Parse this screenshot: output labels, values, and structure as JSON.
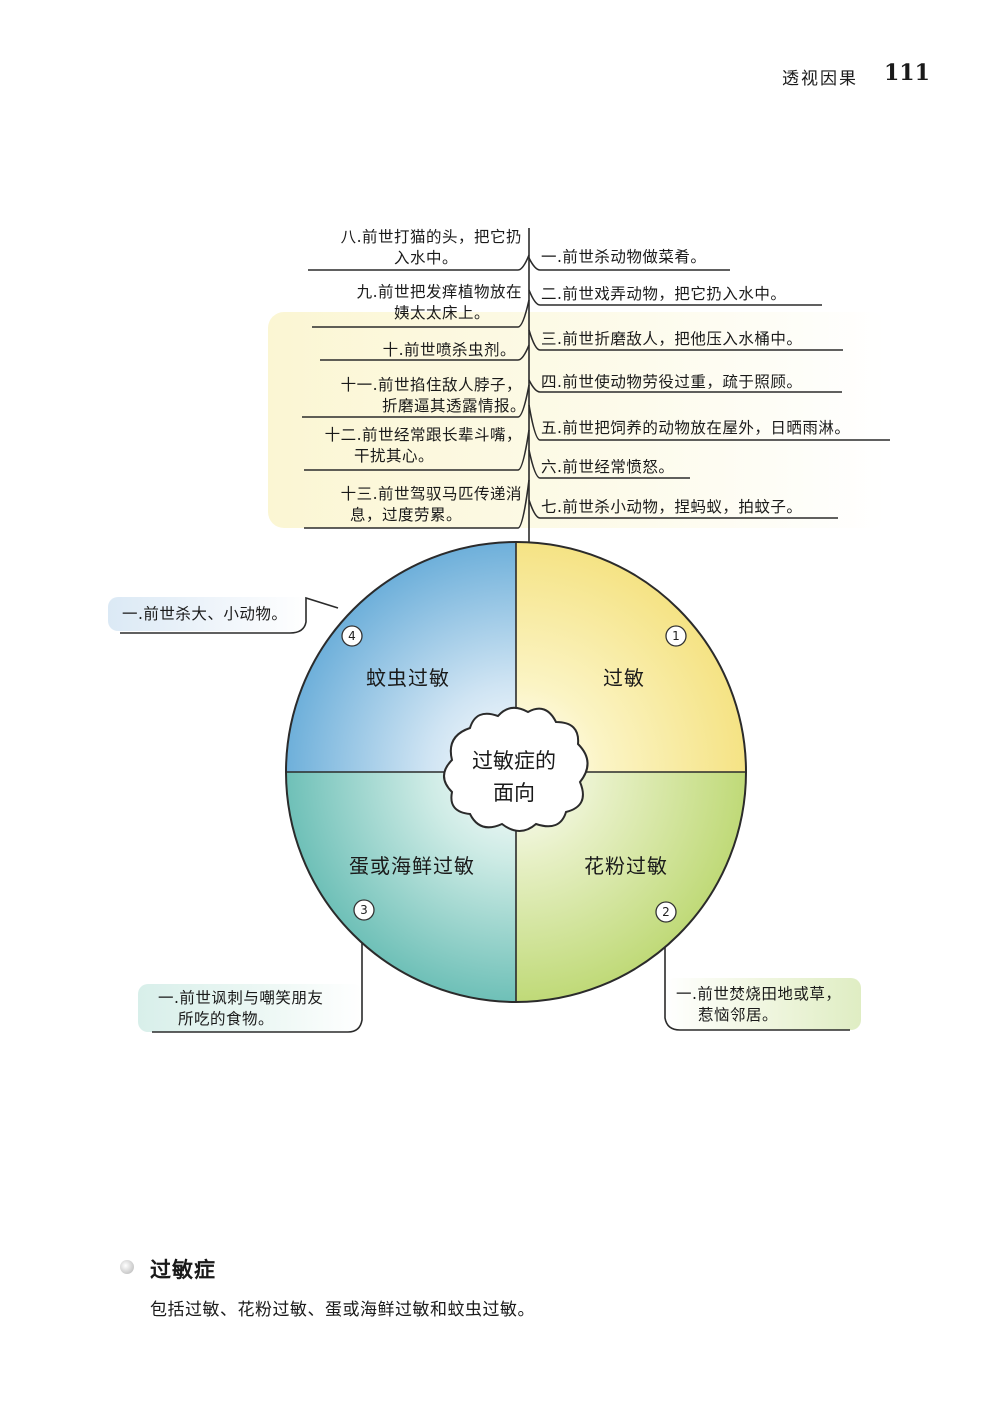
{
  "header": {
    "title": "透视因果",
    "page_number": "111"
  },
  "center": {
    "line1": "过敏症的",
    "line2": "面向"
  },
  "quadrants": [
    {
      "num": "1",
      "label": "过敏",
      "color": "#f4e07a"
    },
    {
      "num": "2",
      "label": "花粉过敏",
      "color": "#b9d66b"
    },
    {
      "num": "3",
      "label": "蛋或海鲜过敏",
      "color": "#5fb9b0"
    },
    {
      "num": "4",
      "label": "蚊虫过敏",
      "color": "#5ea7d6"
    }
  ],
  "causes_right": [
    "一.前世杀动物做菜肴。",
    "二.前世戏弄动物，把它扔入水中。",
    "三.前世折磨敌人，把他压入水桶中。",
    "四.前世使动物劳役过重，疏于照顾。",
    "五.前世把饲养的动物放在屋外，日晒雨淋。",
    "六.前世经常愤怒。",
    "七.前世杀小动物，捏蚂蚁，拍蚊子。"
  ],
  "causes_left": [
    {
      "line1": "八.前世打猫的头，把它扔",
      "line2": "入水中。"
    },
    {
      "line1": "九.前世把发痒植物放在",
      "line2": "姨太太床上。"
    },
    {
      "line1": "十.前世喷杀虫剂。",
      "line2": ""
    },
    {
      "line1": "十一.前世掐住敌人脖子，",
      "line2": "折磨逼其透露情报。"
    },
    {
      "line1": "十二.前世经常跟长辈斗嘴，",
      "line2": "干扰其心。"
    },
    {
      "line1": "十三.前世驾驭马匹传递消",
      "line2": "息，过度劳累。"
    }
  ],
  "notes": {
    "q4": {
      "line1": "一.前世杀大、小动物。"
    },
    "q3": {
      "line1": "一.前世讽刺与嘲笑朋友",
      "line2": "所吃的食物。"
    },
    "q2": {
      "line1": "一.前世焚烧田地或草，",
      "line2": "惹恼邻居。"
    }
  },
  "footer": {
    "term": "过敏症",
    "definition": "包括过敏、花粉过敏、蛋或海鲜过敏和蚊虫过敏。"
  }
}
